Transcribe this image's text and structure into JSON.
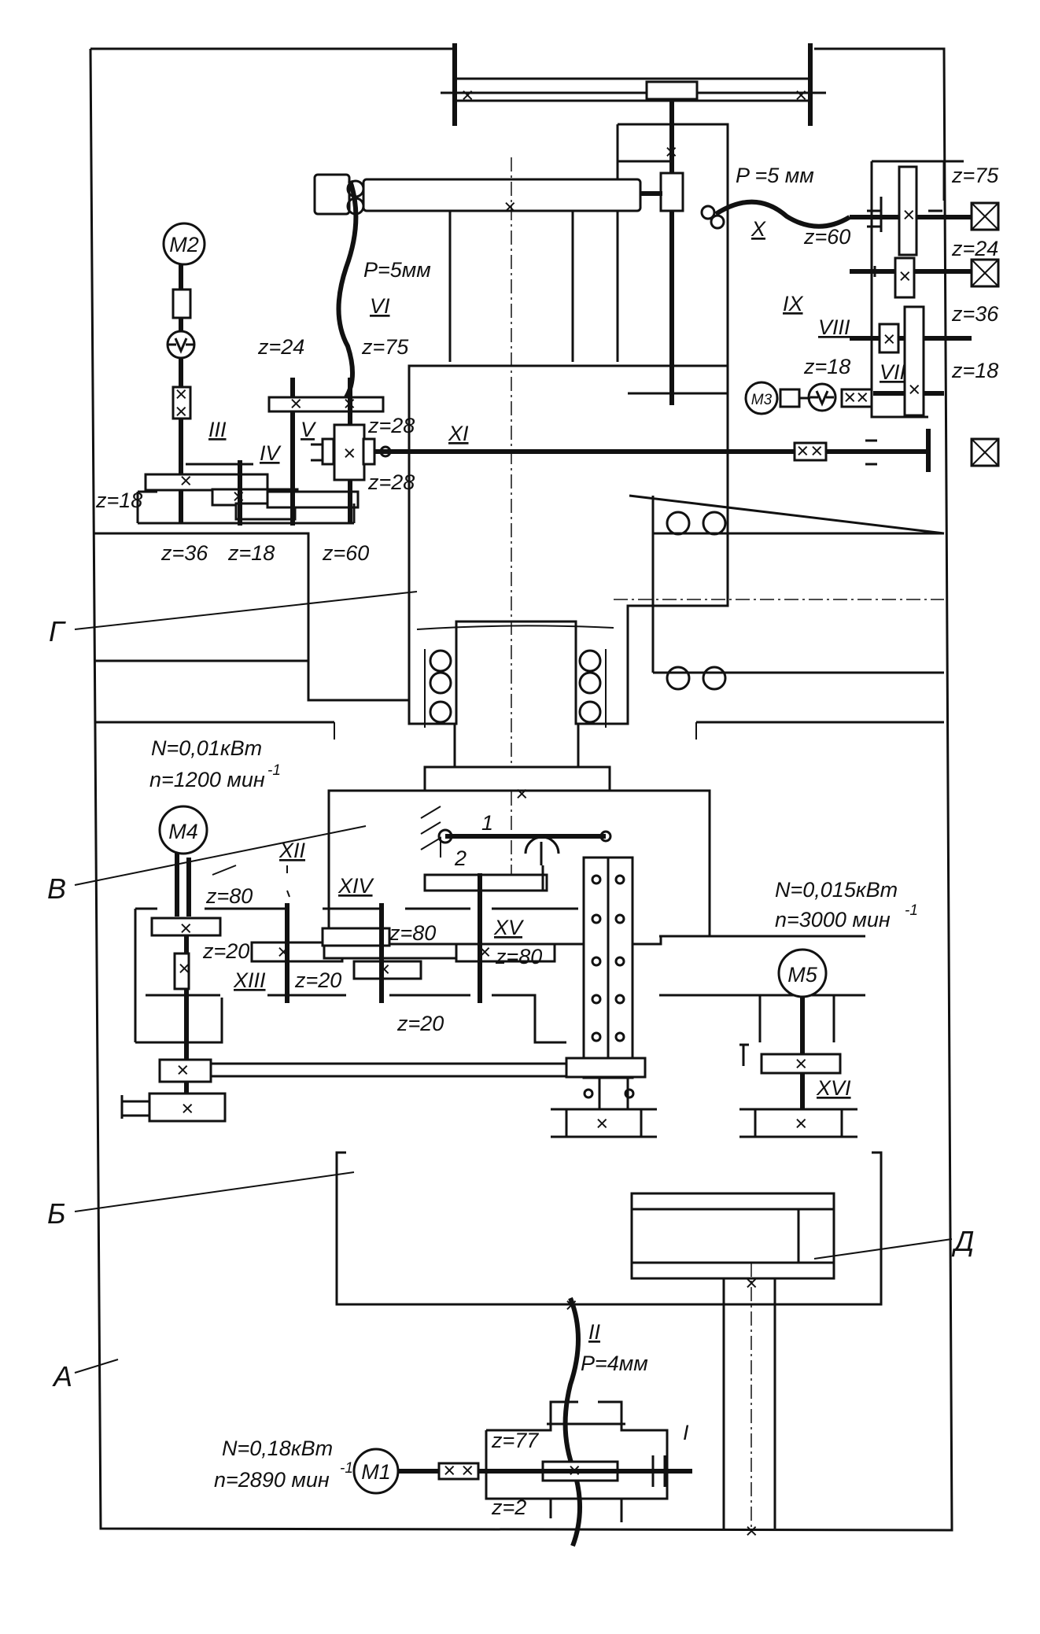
{
  "zones": {
    "A": "А",
    "B": "Б",
    "V": "В",
    "G": "Г",
    "D": "Д"
  },
  "motors": {
    "m1": {
      "name": "M1",
      "power": "N=0,18кВт",
      "speed": "n=2890 мин",
      "speed_exp": "-1"
    },
    "m2": {
      "name": "M2"
    },
    "m3": {
      "name": "M3"
    },
    "m4": {
      "name": "M4",
      "power": "N=0,01кВт",
      "speed": "n=1200 мин",
      "speed_exp": "-1"
    },
    "m5": {
      "name": "M5",
      "power": "N=0,015кВт",
      "speed": "n=3000 мин",
      "speed_exp": "-1"
    }
  },
  "shafts": {
    "I": "I",
    "II": "II",
    "III": "III",
    "IV": "IV",
    "V": "V",
    "VI": "VI",
    "VII": "VII",
    "VIII": "VIII",
    "IX": "IX",
    "X": "X",
    "XI": "XI",
    "XII": "XII",
    "XIII": "XIII",
    "XIV": "XIV",
    "XV": "XV",
    "XVI": "XVI"
  },
  "screws": {
    "vi": "P=5мм",
    "x": "P =5 мм",
    "ii": "P=4мм"
  },
  "gears": {
    "g_iii_18": "z=18",
    "g_36": "z=36",
    "g_18b": "z=18",
    "g_60": "z=60",
    "g_24": "z=24",
    "g_75": "z=75",
    "g_28a": "z=28",
    "g_28b": "z=28",
    "g_r75": "z=75",
    "g_r60": "z=60",
    "g_r24": "z=24",
    "g_r36": "z=36",
    "g_r18a": "z=18",
    "g_r18b": "z=18",
    "g_c80a": "z=80",
    "g_c20a": "z=20",
    "g_c20b": "z=20",
    "g_c80b": "z=80",
    "g_c80c": "z=80",
    "g_c20c": "z=20",
    "g_77": "z=77",
    "g_2": "z=2"
  },
  "levers": {
    "one": "1",
    "two": "2"
  }
}
